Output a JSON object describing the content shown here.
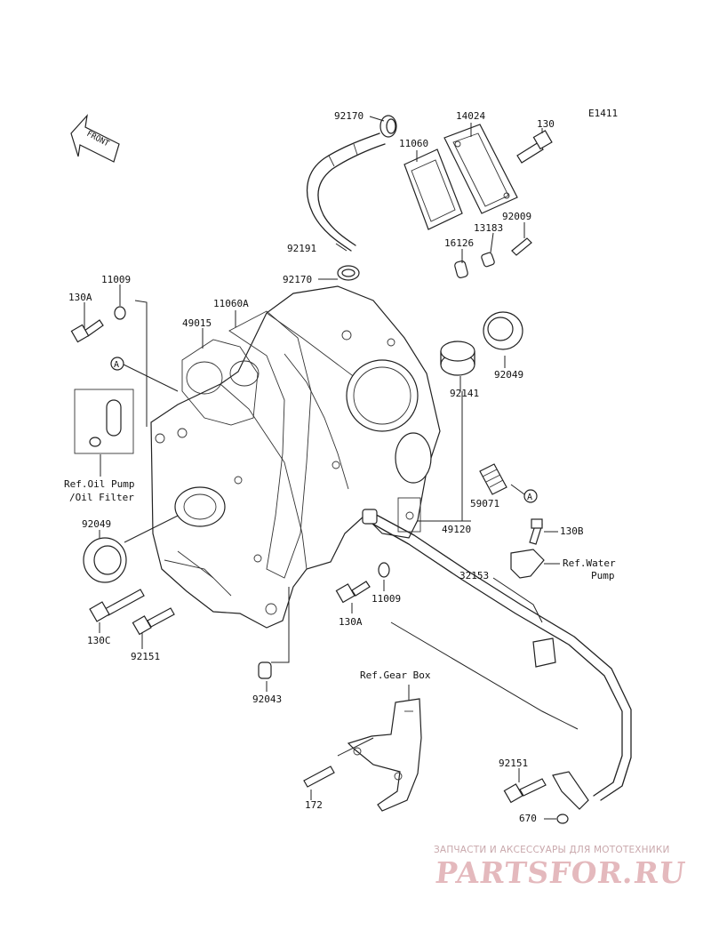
{
  "diagram": {
    "code": "E1411",
    "front_label": "FRONT",
    "labels": {
      "p92170_top": "92170",
      "p14024": "14024",
      "p130_top": "130",
      "p11060": "11060",
      "p92009": "92009",
      "p13183": "13183",
      "p16126": "16126",
      "p92191": "92191",
      "p92170_mid": "92170",
      "p11009_top": "11009",
      "p130A_top": "130A",
      "p11060A": "11060A",
      "p49015": "49015",
      "p92049_right": "92049",
      "p92141": "92141",
      "ref_a_left": "A",
      "ref_a_right": "A",
      "oil_pump_line1": "Ref.Oil Pump",
      "oil_pump_line2": "/Oil Filter",
      "p59071": "59071",
      "p92049_left": "92049",
      "p130B": "130B",
      "p49120": "49120",
      "water_pump_line1": "Ref.Water",
      "water_pump_line2": "Pump",
      "p32153": "32153",
      "p11009_bottom": "11009",
      "p130A_bottom": "130A",
      "p130C": "130C",
      "p92151_left": "92151",
      "p92043": "92043",
      "gear_box": "Ref.Gear Box",
      "p92151_right": "92151",
      "p172": "172",
      "p670": "670"
    }
  },
  "watermark": {
    "tagline": "ЗАПЧАСТИ И АКСЕССУАРЫ ДЛЯ МОТОТЕХНИКИ",
    "logo": "PARTSFOR.RU"
  },
  "colors": {
    "line": "#222222",
    "watermark": "#e4b9bd"
  }
}
